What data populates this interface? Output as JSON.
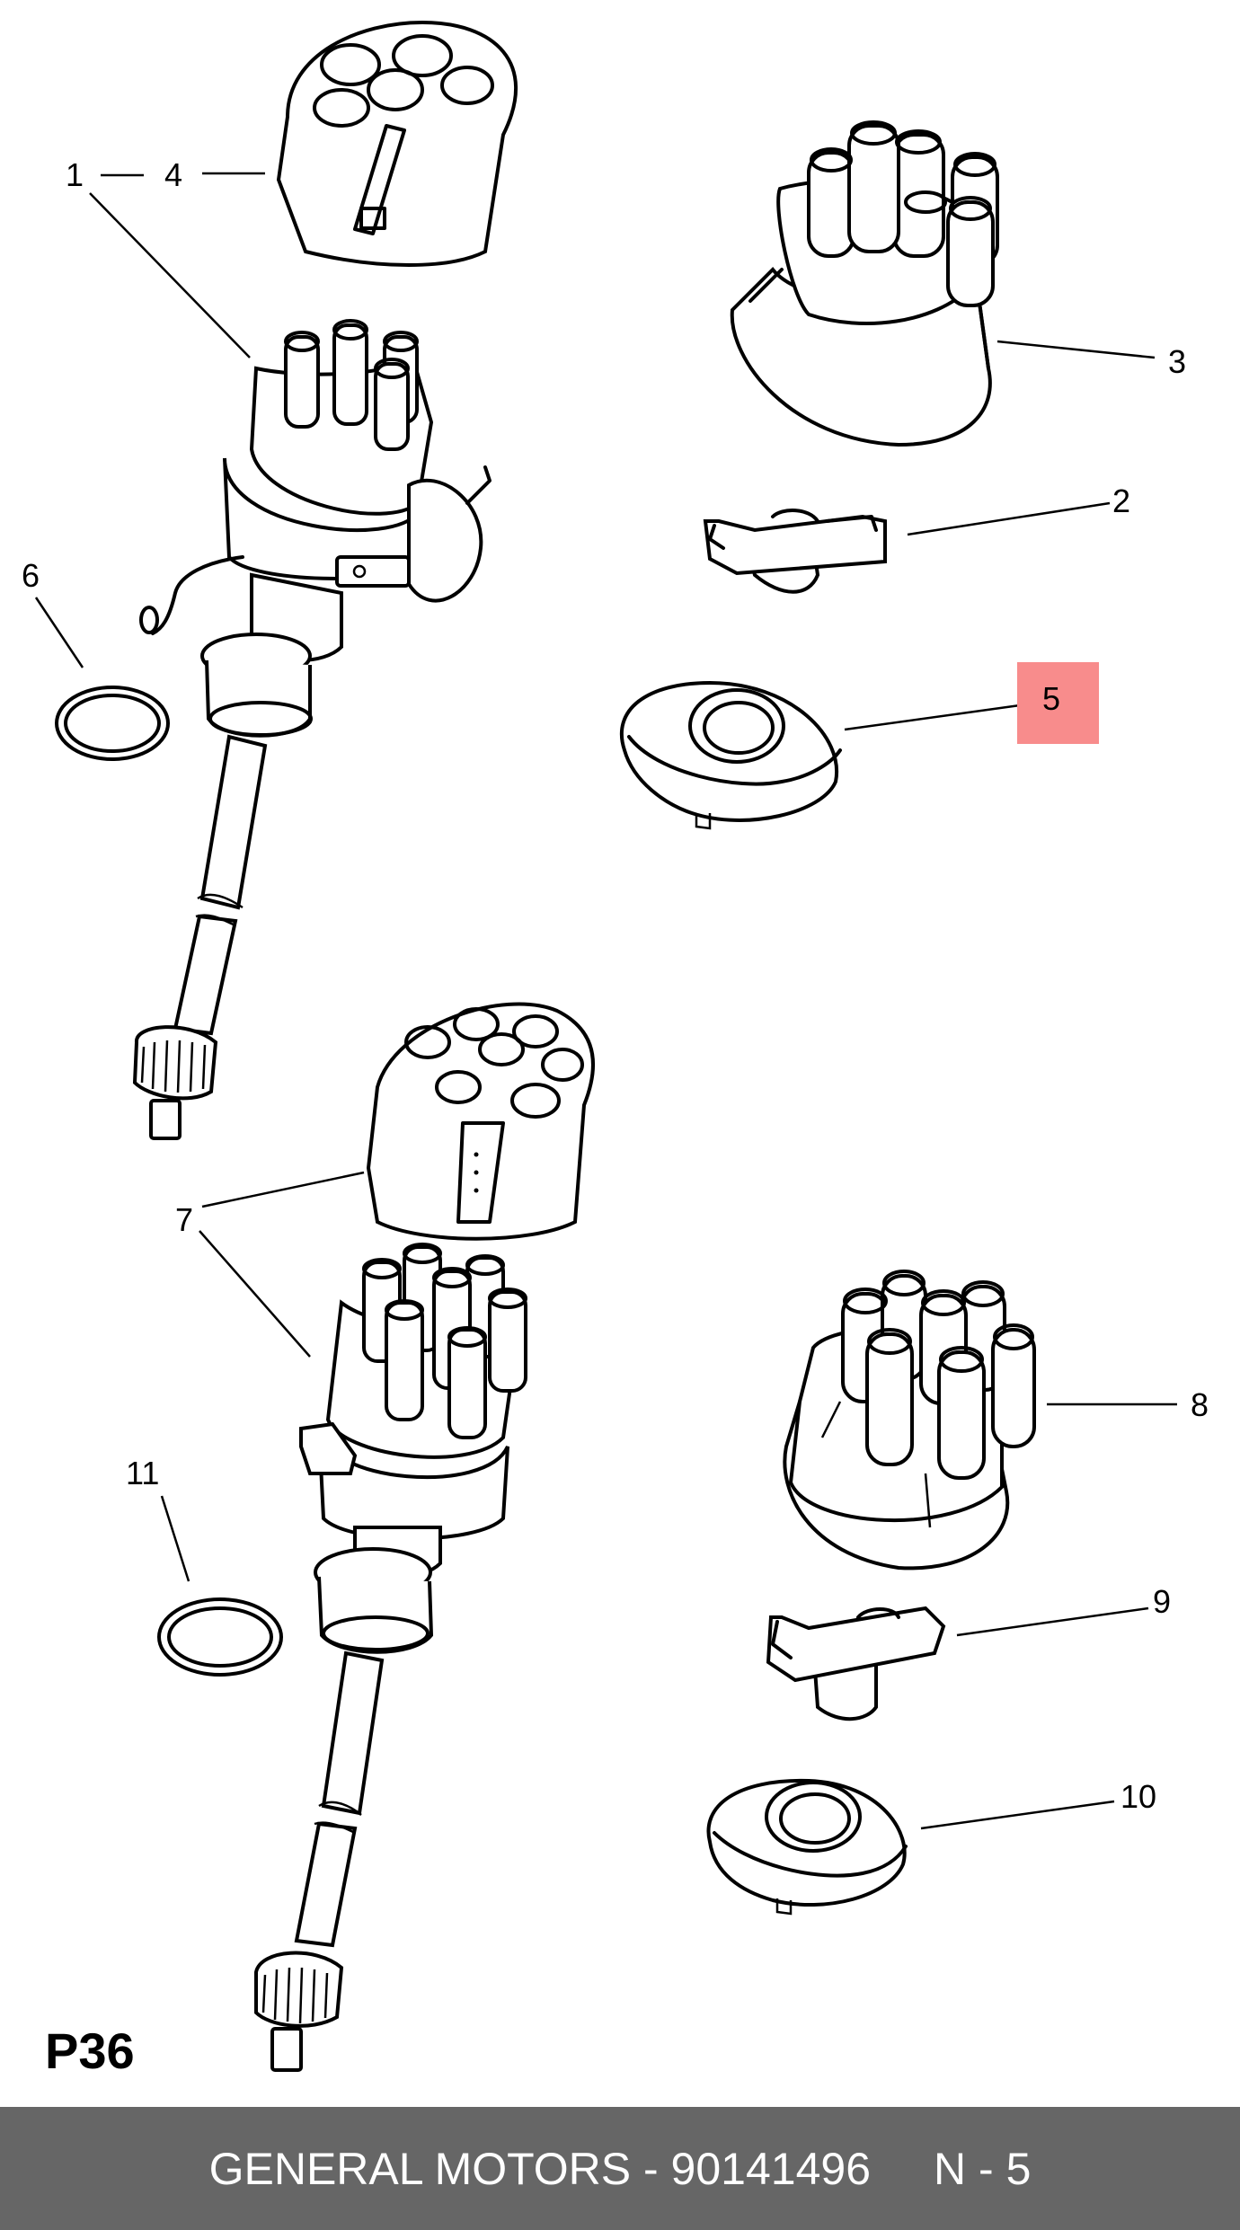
{
  "diagram": {
    "callouts": [
      "1",
      "4",
      "3",
      "2",
      "6",
      "5",
      "7",
      "8",
      "11",
      "9",
      "10"
    ],
    "highlight_color": "#f88c8c"
  },
  "page_code": "P36",
  "footer": {
    "part_text": "GENERAL MOTORS - 90141496",
    "ref_text": "N - 5"
  }
}
